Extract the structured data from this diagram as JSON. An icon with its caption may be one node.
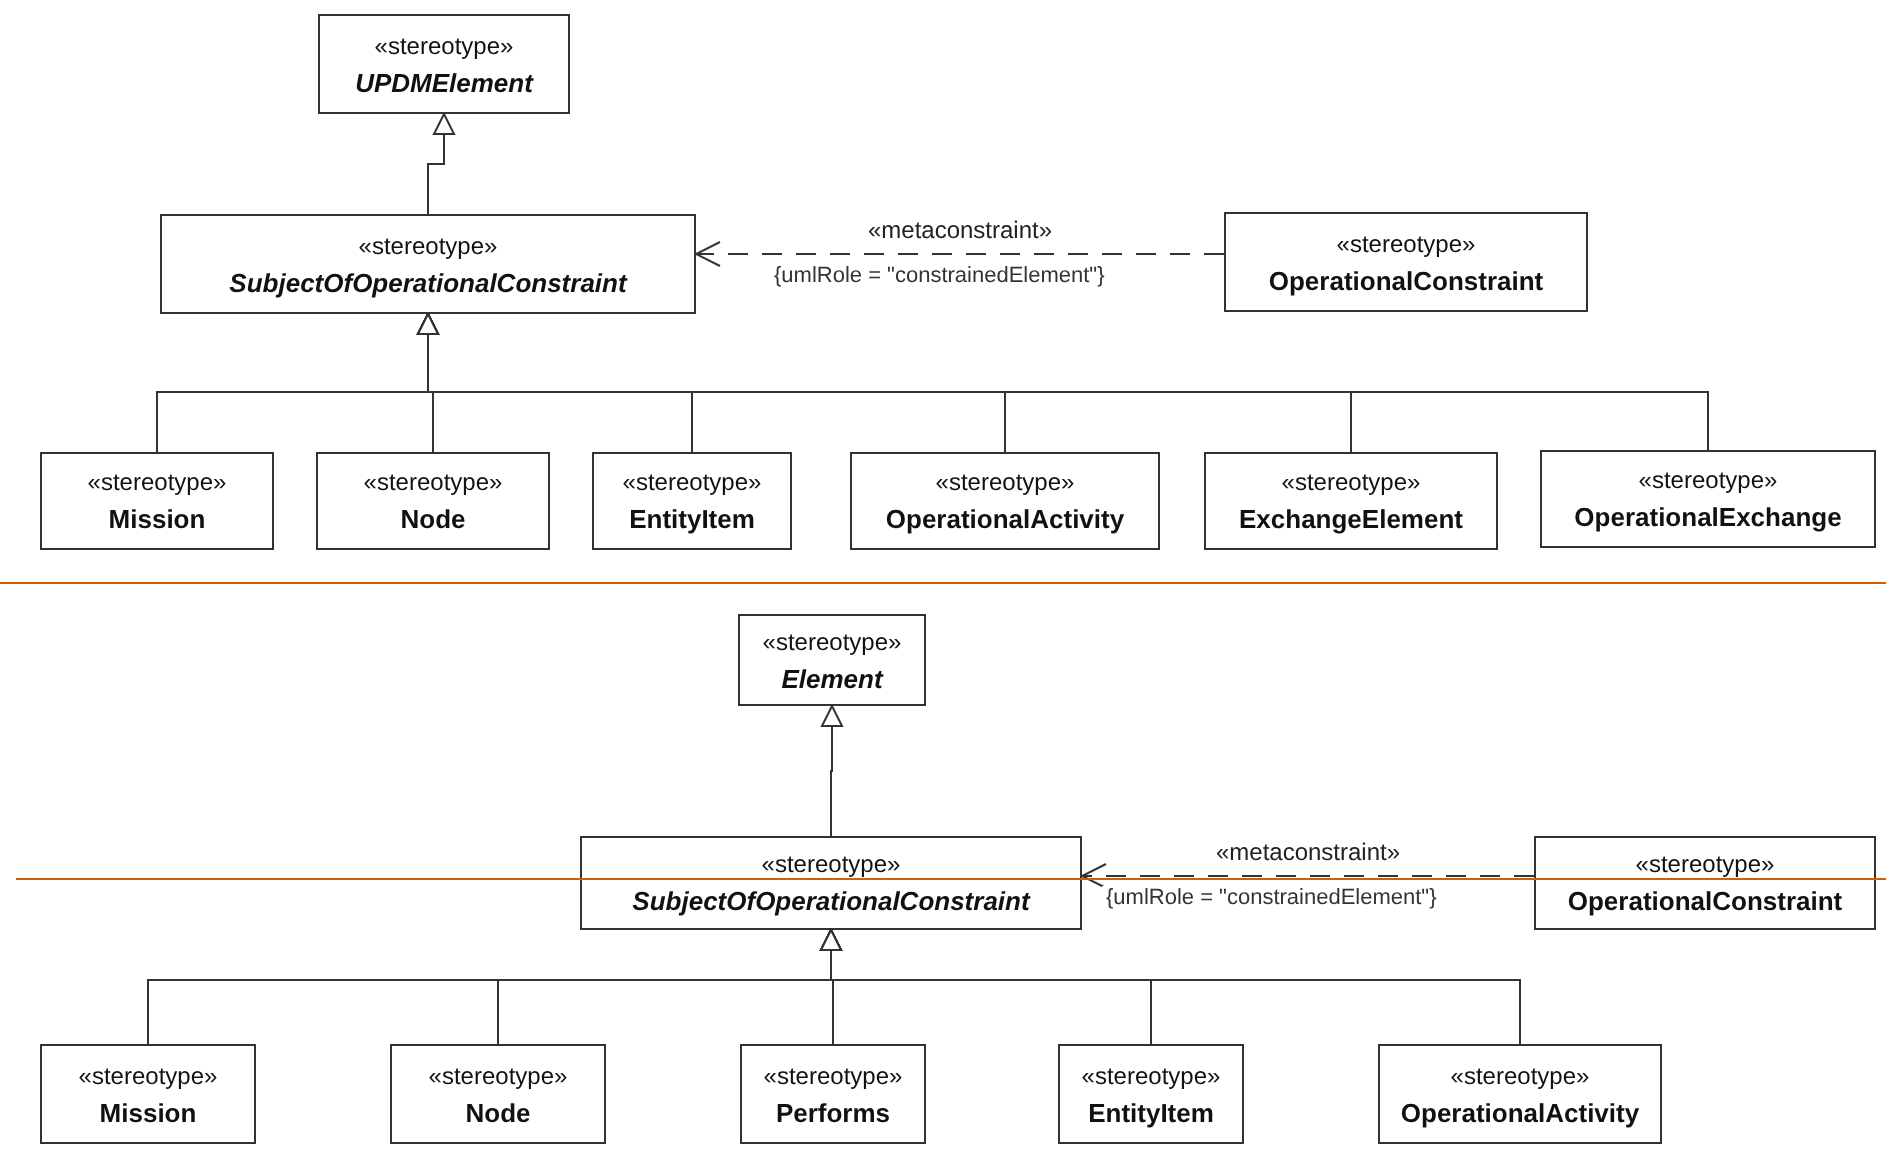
{
  "diagram": {
    "nodes": [
      {
        "text": [
          "«stereotype»",
          "*UPDMElement*"
        ]
      },
      {
        "text": [
          "«stereotype»",
          "*SubjectOfOperationalConstraint*"
        ]
      },
      {
        "text": [
          "«stereotype»",
          "OperationalConstraint"
        ]
      },
      {
        "text": [
          "«stereotype»",
          "Mission"
        ]
      },
      {
        "text": [
          "«stereotype»",
          "Node"
        ]
      },
      {
        "text": [
          "«stereotype»",
          "EntityItem"
        ]
      },
      {
        "text": [
          "«stereotype»",
          "OperationalActivity"
        ]
      },
      {
        "text": [
          "«stereotype»",
          "ExchangeElement"
        ]
      },
      {
        "text": [
          "«stereotype»",
          "OperationalExchange"
        ]
      },
      {
        "text": [
          "«stereotype»",
          "*Element*"
        ]
      },
      {
        "text": [
          "«stereotype»",
          "*SubjectOfOperationalConstraint*"
        ]
      },
      {
        "text": [
          "«stereotype»",
          "OperationalConstraint"
        ]
      },
      {
        "text": [
          "«stereotype»",
          "Mission"
        ]
      },
      {
        "text": [
          "«stereotype»",
          "Node"
        ]
      },
      {
        "text": [
          "«stereotype»",
          "Performs"
        ]
      },
      {
        "text": [
          "«stereotype»",
          "EntityItem"
        ]
      },
      {
        "text": [
          "«stereotype»",
          "OperationalActivity"
        ]
      }
    ],
    "edges": [
      {
        "from": 1,
        "to": 0,
        "arrow": "to"
      },
      {
        "from": 2,
        "to": 1,
        "arrow": "to",
        "style": "dashed",
        "label": "«metaconstraint»"
      },
      {
        "from": 3,
        "to": 1,
        "arrow": "to"
      },
      {
        "from": 4,
        "to": 1,
        "arrow": "to"
      },
      {
        "from": 5,
        "to": 1,
        "arrow": "to"
      },
      {
        "from": 6,
        "to": 1,
        "arrow": "to"
      },
      {
        "from": 7,
        "to": 1,
        "arrow": "to"
      },
      {
        "from": 8,
        "to": 1,
        "arrow": "to"
      },
      {
        "from": 10,
        "to": 9,
        "arrow": "to"
      },
      {
        "from": 11,
        "to": 10,
        "arrow": "to",
        "style": "dashed",
        "label": "«metaconstraint»"
      },
      {
        "from": 12,
        "to": 10,
        "arrow": "to"
      },
      {
        "from": 13,
        "to": 10,
        "arrow": "to"
      },
      {
        "from": 14,
        "to": 10,
        "arrow": "to"
      },
      {
        "from": 15,
        "to": 10,
        "arrow": "to"
      },
      {
        "from": 16,
        "to": 10,
        "arrow": "to"
      }
    ],
    "labels": [
      "{umlRole = \"constrainedElement\"}",
      "{umlRole = \"constrainedElement\"}"
    ]
  }
}
